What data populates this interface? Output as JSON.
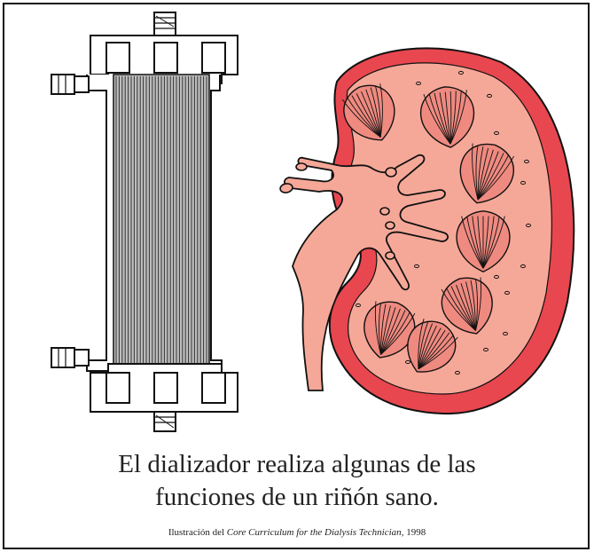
{
  "caption": {
    "line1": "El dializador realiza algunas de las",
    "line2": "funciones de un riñón sano."
  },
  "credit": {
    "prefix": "Ilustración del ",
    "source": "Core Curriculum for the Dialysis Technician",
    "suffix": ", 1998"
  },
  "colors": {
    "kidney_outer": "#e8474f",
    "kidney_cortex": "#f6a898",
    "kidney_pyramid": "#ef8a80",
    "outline": "#111111"
  },
  "icons": [
    "dialyzer-icon",
    "kidney-icon"
  ]
}
